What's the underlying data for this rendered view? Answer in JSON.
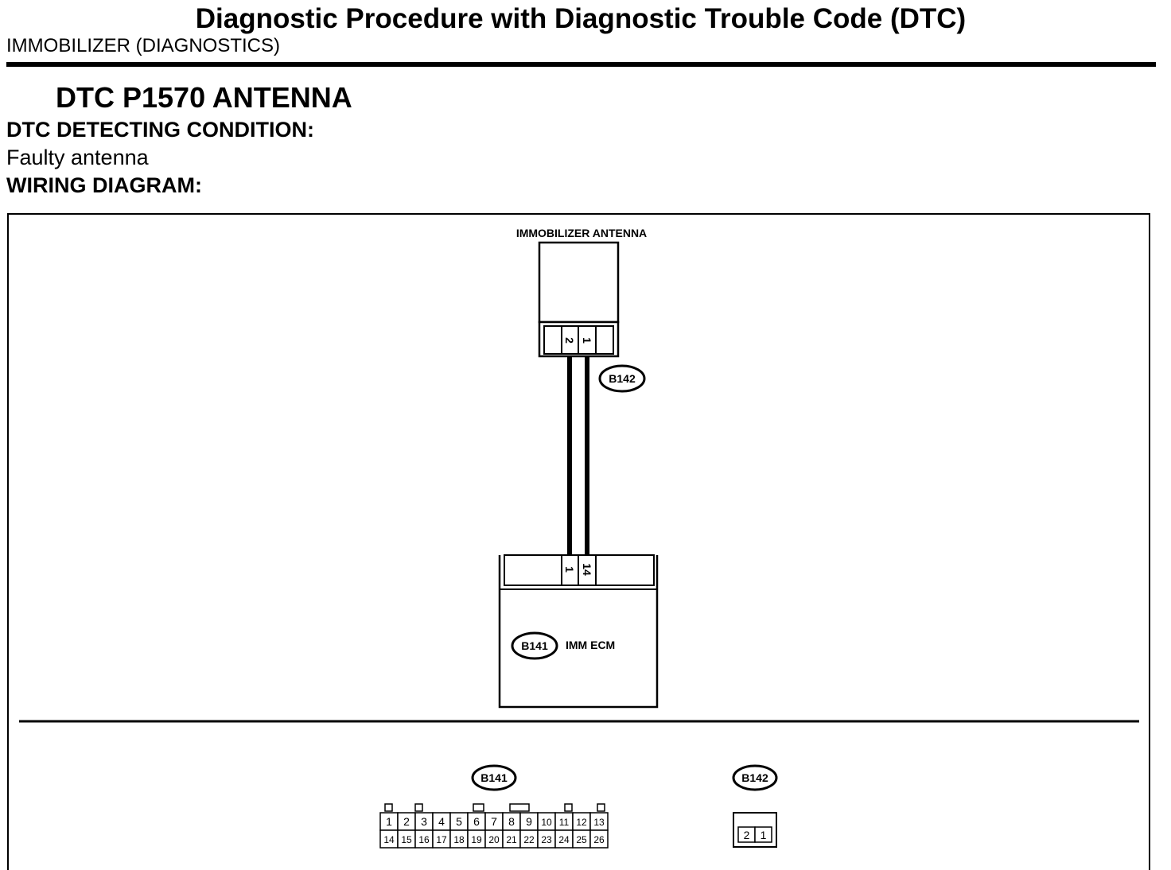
{
  "header": {
    "title": "Diagnostic Procedure with Diagnostic Trouble Code (DTC)",
    "subtitle": "IMMOBILIZER (DIAGNOSTICS)"
  },
  "dtc": {
    "title": "DTC P1570 ANTENNA",
    "condition_heading": "DTC DETECTING CONDITION:",
    "condition_text": "Faulty antenna",
    "wiring_heading": "WIRING DIAGRAM:"
  },
  "diagram": {
    "antenna_label": "IMMOBILIZER ANTENNA",
    "antenna_pins": [
      "2",
      "1"
    ],
    "antenna_connector": "B142",
    "ecm_pins": [
      "1",
      "14"
    ],
    "ecm_connector": "B141",
    "ecm_label": "IMM ECM",
    "colors": {
      "ink": "#000000",
      "paper": "#ffffff"
    }
  },
  "connector_views": {
    "b141": {
      "label": "B141",
      "top_row": [
        "1",
        "2",
        "3",
        "4",
        "5",
        "6",
        "7",
        "8",
        "9",
        "10",
        "11",
        "12",
        "13"
      ],
      "bottom_row": [
        "14",
        "15",
        "16",
        "17",
        "18",
        "19",
        "20",
        "21",
        "22",
        "23",
        "24",
        "25",
        "26"
      ]
    },
    "b142": {
      "label": "B142",
      "pins": [
        "2",
        "1"
      ]
    }
  }
}
